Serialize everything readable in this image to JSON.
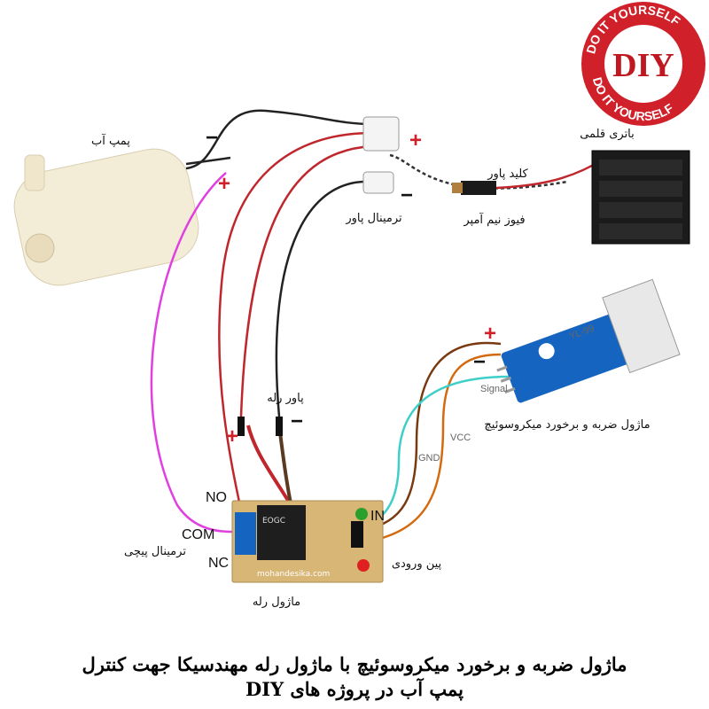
{
  "logo": {
    "ring_text": "DO IT YOURSELF",
    "center": "DIY",
    "color": "#d0202a"
  },
  "labels": {
    "pump": "پمپ آب",
    "power_terminal": "ترمینال پاور",
    "power_switch": "کلید پاور",
    "fuse": "فیوز نیم آمپر",
    "battery": "باتری قلمی",
    "relay_power": "پاور رله",
    "microswitch_module": "ماژول ضربه و برخورد میکروسوئیچ",
    "screw_terminal": "ترمینال پیچی",
    "input_pin": "پین ورودی",
    "relay_module": "ماژول رله"
  },
  "pins": {
    "no": "NO",
    "com": "COM",
    "nc": "NC",
    "in": "IN",
    "gnd": "GND",
    "vcc": "VCC",
    "signal": "Signal"
  },
  "signs": {
    "plus": "+",
    "minus": "−"
  },
  "board": {
    "relay_site": "mohandesika.com",
    "relay_brand": "EOGC",
    "sensor_label": "YL-99"
  },
  "title": {
    "line1": "ماژول ضربه و برخورد میکروسوئیچ با ماژول رله مهندسیکا جهت کنترل",
    "line2": "پمپ آب در پروژه های DIY"
  },
  "colors": {
    "red_wire": "#c0272d",
    "black_wire": "#222222",
    "pink_wire": "#e040e0",
    "brown_wire": "#7a3a10",
    "orange_wire": "#d46a10",
    "cyan_wire": "#3ecfc8",
    "plus": "#d0202a"
  }
}
